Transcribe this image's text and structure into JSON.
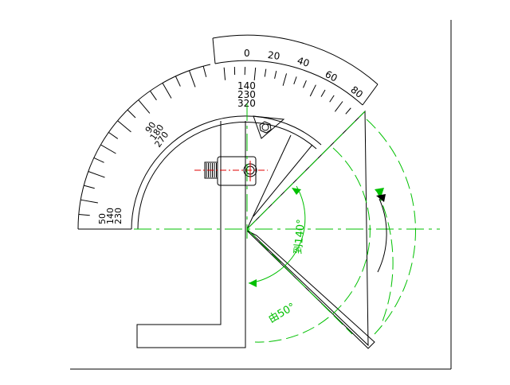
{
  "colors": {
    "line": "#000000",
    "dimension": "#00c000",
    "center_line": "#e00000"
  },
  "vernier_scale": {
    "labels": [
      "0",
      "20",
      "40",
      "60",
      "80"
    ]
  },
  "vernier_group_label": {
    "lines": [
      "140",
      "230",
      "320"
    ]
  },
  "main_scale": {
    "mid_labels": [
      "90",
      "180",
      "270"
    ],
    "end_labels": [
      "50",
      "140",
      "230"
    ]
  },
  "dimensions": {
    "to_angle": "到140°",
    "from_angle": "由50°"
  }
}
